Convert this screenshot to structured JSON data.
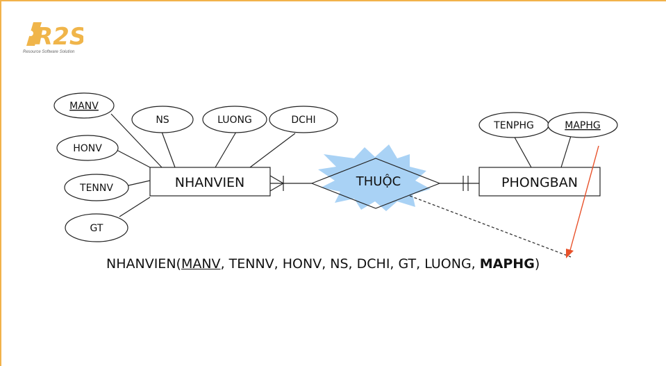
{
  "logo": {
    "text": "R2S",
    "tagline": "Resource Software Solution"
  },
  "colors": {
    "frame": "#f2b24a",
    "logo": "#f0b54a",
    "burst": "#a9d2f5",
    "arrow": "#e8512a"
  },
  "entities": {
    "nhanvien": "NHANVIEN",
    "phongban": "PHONGBAN"
  },
  "relationship": "THUỘC",
  "attributes": {
    "manv": "MANV",
    "honv": "HONV",
    "tennv": "TENNV",
    "gt": "GT",
    "ns": "NS",
    "luong": "LUONG",
    "dchi": "DCHI",
    "tenphg": "TENPHG",
    "maphg": "MAPHG"
  },
  "schema": {
    "prefix": "NHANVIEN(",
    "key": "MANV",
    "middle": ", TENNV, HONV, NS, DCHI, GT, LUONG, ",
    "foreign_key": "MAPHG",
    "suffix": ")"
  }
}
